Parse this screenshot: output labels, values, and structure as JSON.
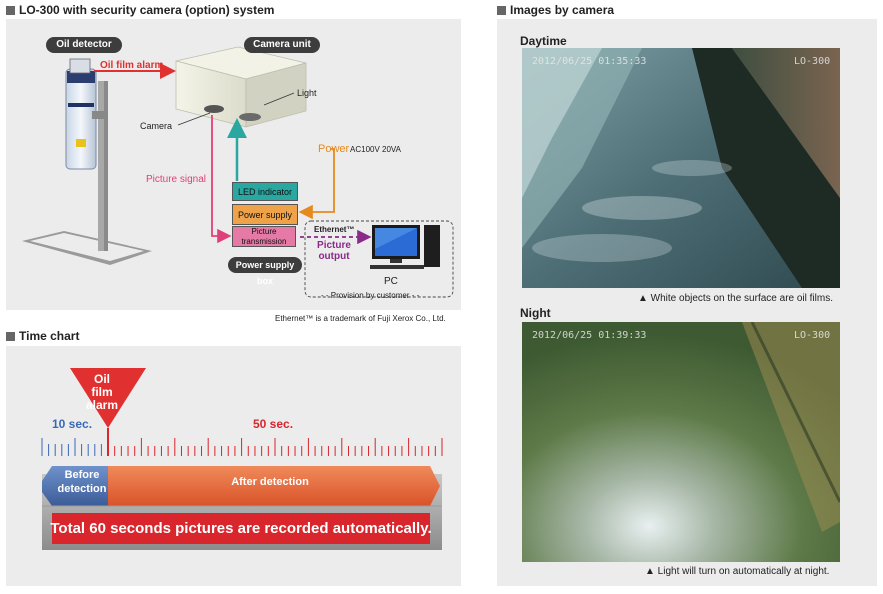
{
  "system": {
    "title": "LO-300 with security camera (option) system",
    "oil_detector": "Oil detector",
    "camera_unit": "Camera unit",
    "oil_film_alarm": "Oil film alarm",
    "light": "Light",
    "camera": "Camera",
    "power": "Power",
    "power_spec": "AC100V  20VA",
    "picture_signal": "Picture signal",
    "led_indicator": "LED indicator",
    "power_supply": "Power supply",
    "picture_transmission": "Picture transmission",
    "power_supply_box": "Power supply box",
    "ethernet": "Ethernet™",
    "picture_output": "Picture output",
    "pc": "PC",
    "provision": "- - Provision by customer - -",
    "trademark": "Ethernet™ is a trademark of  Fuji Xerox Co., Ltd."
  },
  "time_chart": {
    "title": "Time chart",
    "alarm": "Oil film alarm",
    "ten_sec": "10 sec.",
    "fifty_sec": "50 sec.",
    "before_detection": "Before detection",
    "after_detection": "After detection",
    "total": "Total 60 seconds pictures are recorded automatically.",
    "before_seconds": 10,
    "after_seconds": 50
  },
  "images": {
    "title": "Images by camera",
    "daytime": "Daytime",
    "daytime_caption": "▲ White objects on the surface are oil films.",
    "night": "Night",
    "night_caption": "▲ Light will turn on automatically at night.",
    "day_stamp": "2012/06/25  01:35:33",
    "night_stamp": "2012/06/25  01:39:33",
    "model_stamp": "LO-300"
  },
  "colors": {
    "alarm_red": "#e03030",
    "before_blue": "#4a6fb0",
    "after_orange": "#e8643a",
    "total_red": "#d9252c",
    "signal_pink": "#e0407a",
    "power_orange": "#e68a1e",
    "led_teal": "#2aa7a0",
    "ethernet_purple": "#8a2a8a"
  }
}
